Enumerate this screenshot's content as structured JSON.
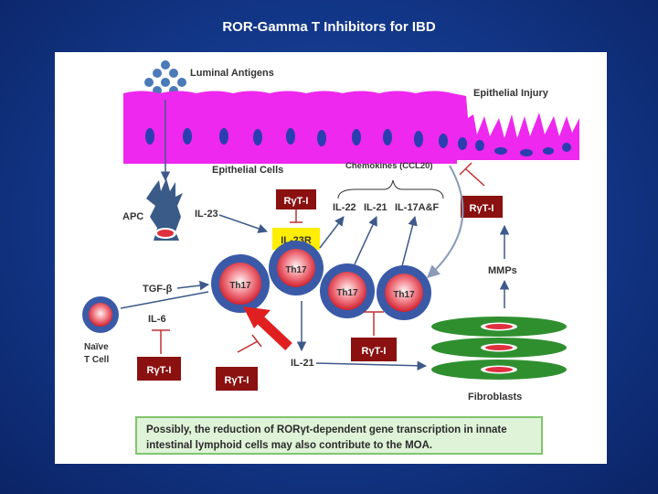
{
  "slide": {
    "title": "ROR-Gamma T Inhibitors for IBD"
  },
  "diagram": {
    "luminal_antigens": "Luminal Antigens",
    "epithelial_injury": "Epithelial Injury",
    "epithelial_cells": "Epithelial Cells",
    "chemokines": "Chemokines (CCL20)",
    "apc": "APC",
    "il23": "IL-23",
    "il23r": "IL-23R",
    "il22": "IL-22",
    "il21_top": "IL-21",
    "il17": "IL-17A&F",
    "inhibitor": "RγT-I",
    "mmps": "MMPs",
    "tgfb": "TGF-β",
    "il6": "IL-6",
    "naive_t_cell_line1": "Naïve",
    "naive_t_cell_line2": "T Cell",
    "th17": "Th17",
    "il21_bottom": "IL-21",
    "fibroblasts": "Fibroblasts",
    "caption": "Possibly, the reduction of RORγt-dependent gene transcription in innate intestinal lymphoid cells may also contribute to the MOA."
  },
  "colors": {
    "background": "#143a8e",
    "epithelium": "#ee28ee",
    "nucleus": "#2a3eb0",
    "th17_ring": "#3a5aa8",
    "th17_core": "#e03040",
    "fibroblast": "#2f8f2f",
    "il23r_box": "#ffee00",
    "inhibitor_box": "#8b1010",
    "big_arrow": "#e02020",
    "caption_bg": "#dff3d8"
  }
}
